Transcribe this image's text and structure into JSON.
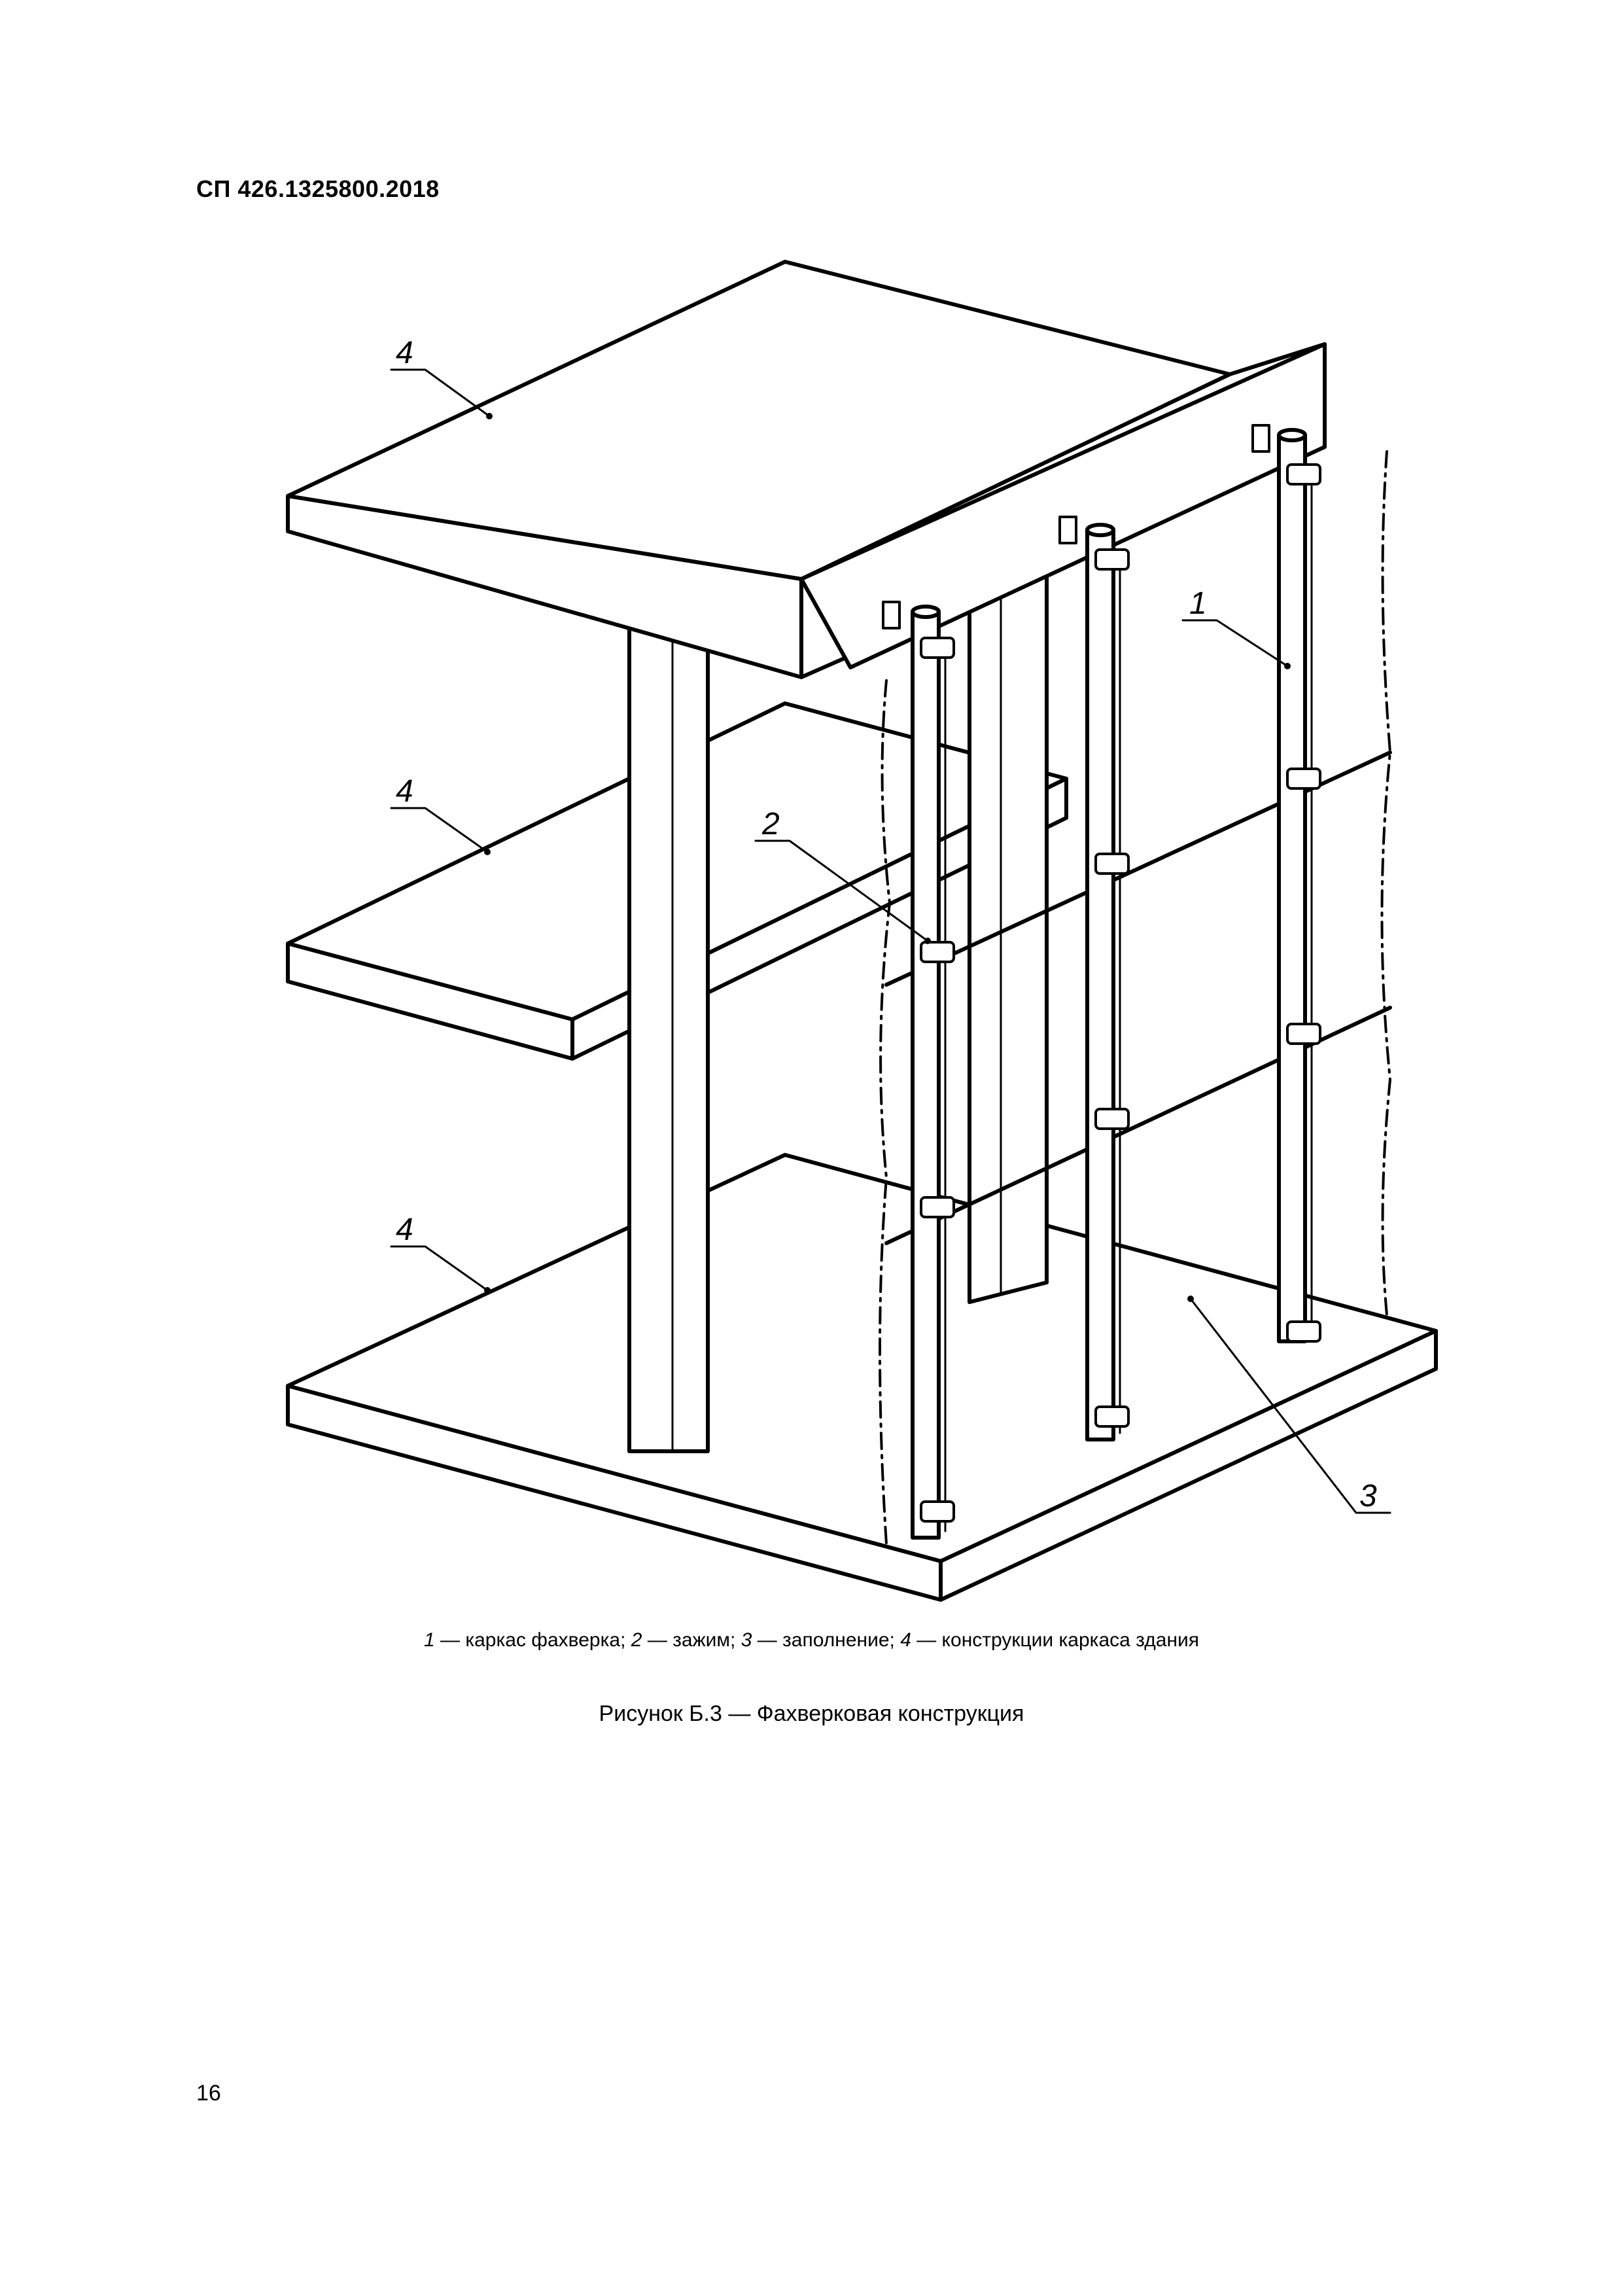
{
  "header": {
    "doc_code": "СП 426.1325800.2018"
  },
  "figure": {
    "callouts": [
      "4",
      "4",
      "4",
      "1",
      "2",
      "3"
    ]
  },
  "legend": {
    "items": [
      {
        "num": "1",
        "text": " — каркас фахверка; "
      },
      {
        "num": "2",
        "text": " — зажим; "
      },
      {
        "num": "3",
        "text": " — заполнение; "
      },
      {
        "num": "4",
        "text": " — конструкции каркаса здания"
      }
    ]
  },
  "caption": "Рисунок Б.3 — Фахверковая конструкция",
  "footer": {
    "page_number": "16"
  }
}
